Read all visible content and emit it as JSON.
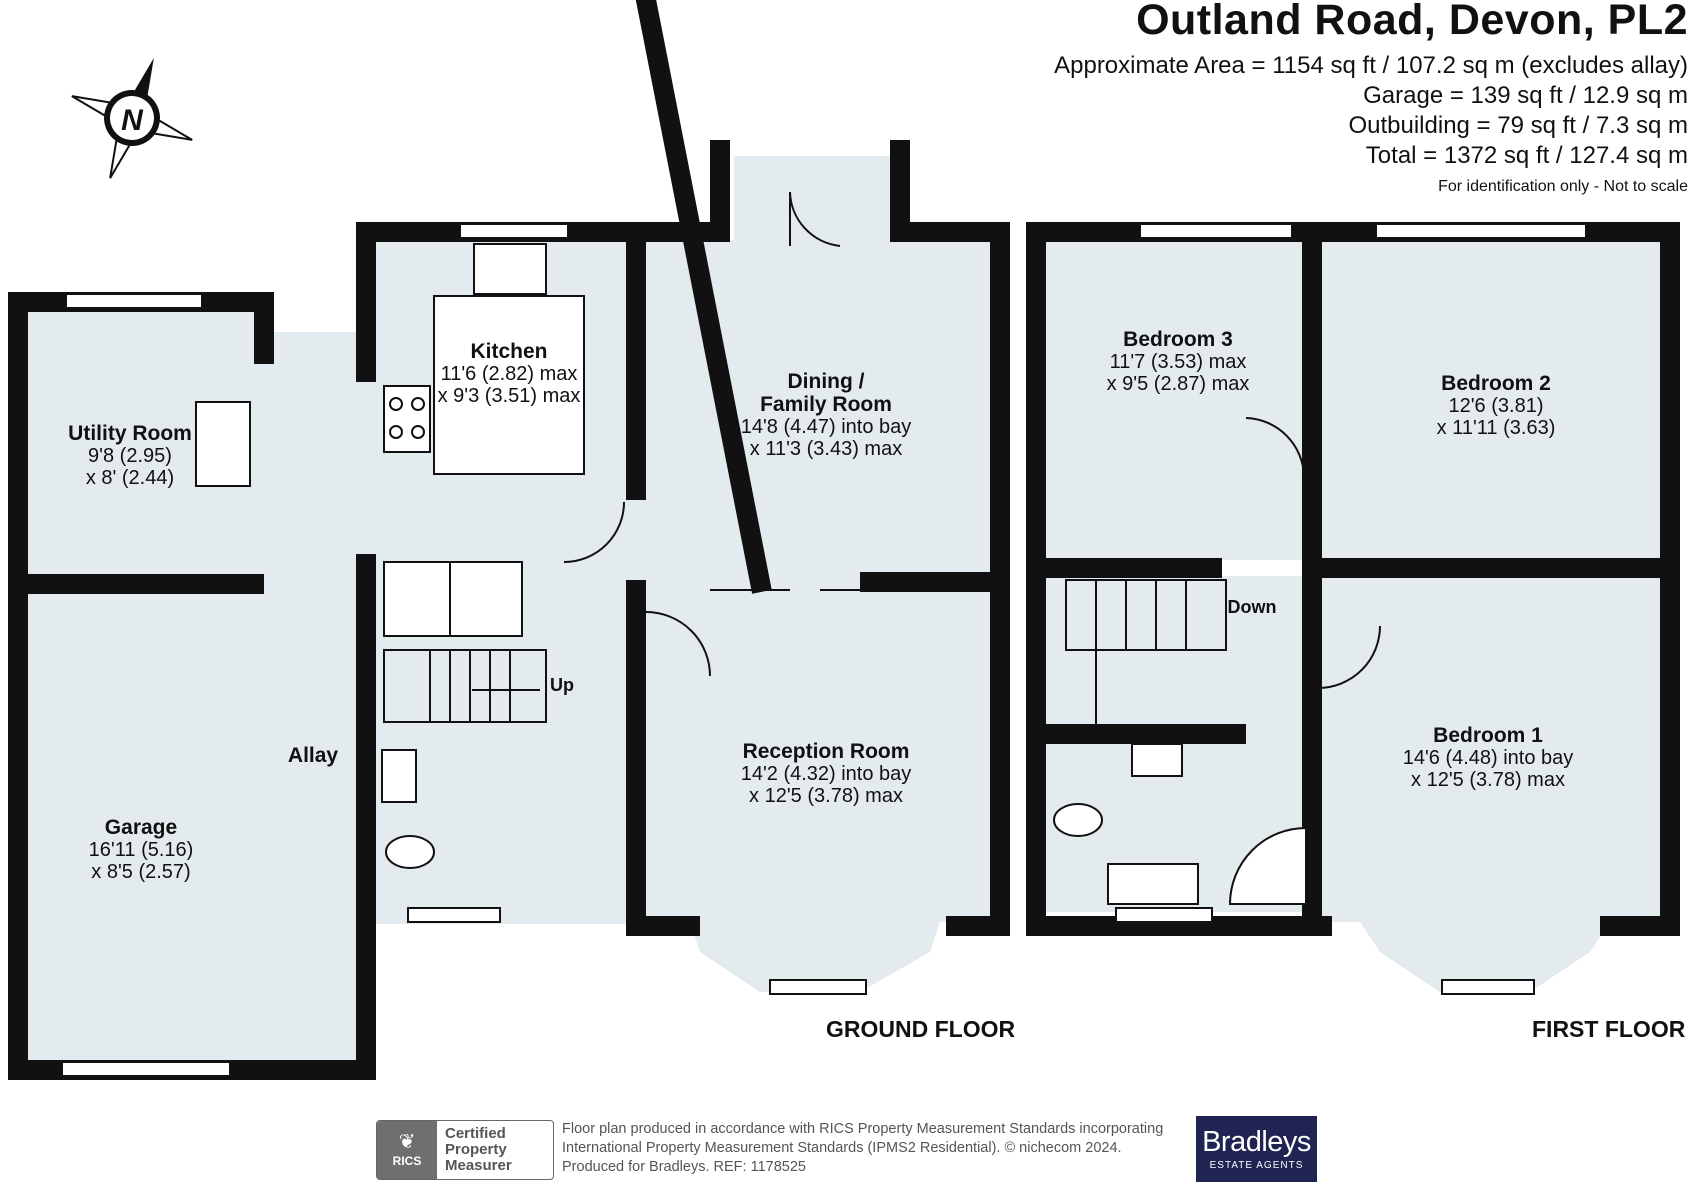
{
  "header": {
    "title": "Outland Road, Devon, PL2",
    "areas": [
      "Approximate Area = 1154 sq ft / 107.2 sq m (excludes allay)",
      "Garage = 139 sq ft / 12.9 sq m",
      "Outbuilding = 79 sq ft / 7.3 sq m",
      "Total = 1372 sq ft / 127.4 sq m"
    ],
    "note": "For identification only - Not to scale"
  },
  "compass": {
    "letter": "N",
    "icon": "compass-icon"
  },
  "colors": {
    "room_fill": "#e3ebee",
    "wall": "#111111",
    "brand_bg": "#1f2452"
  },
  "rooms": {
    "utility": {
      "name": "Utility Room",
      "dims": [
        "9'8 (2.95)",
        "x 8' (2.44)"
      ]
    },
    "garage": {
      "name": "Garage",
      "dims": [
        "16'11 (5.16)",
        "x 8'5 (2.57)"
      ]
    },
    "allay": {
      "name": "Allay",
      "dims": []
    },
    "kitchen": {
      "name": "Kitchen",
      "dims": [
        "11'6 (2.82) max",
        "x 9'3 (3.51) max"
      ]
    },
    "dining": {
      "name": [
        "Dining /",
        "Family Room"
      ],
      "dims": [
        "14'8 (4.47) into bay",
        "x 11'3 (3.43) max"
      ]
    },
    "reception": {
      "name": "Reception Room",
      "dims": [
        "14'2 (4.32) into bay",
        "x 12'5 (3.78) max"
      ]
    },
    "bedroom3": {
      "name": "Bedroom 3",
      "dims": [
        "11'7 (3.53) max",
        "x 9'5 (2.87) max"
      ]
    },
    "bedroom2": {
      "name": "Bedroom 2",
      "dims": [
        "12'6 (3.81)",
        "x 11'11 (3.63)"
      ]
    },
    "bedroom1": {
      "name": "Bedroom 1",
      "dims": [
        "14'6 (4.48) into bay",
        "x 12'5 (3.78) max"
      ]
    }
  },
  "stairs": {
    "up_label": "Up",
    "down_label": "Down"
  },
  "floors": {
    "ground": "GROUND FLOOR",
    "first": "FIRST FLOOR"
  },
  "footer": {
    "rics_word": "RICS",
    "rics_badge": [
      "Certified",
      "Property",
      "Measurer"
    ],
    "text": [
      "Floor plan produced in accordance with RICS Property Measurement Standards incorporating",
      "International Property Measurement Standards (IPMS2 Residential).   © nichecom 2024.",
      "Produced for Bradleys.    REF:  1178525"
    ],
    "brand": "Bradleys",
    "brand_sub": "ESTATE AGENTS"
  }
}
